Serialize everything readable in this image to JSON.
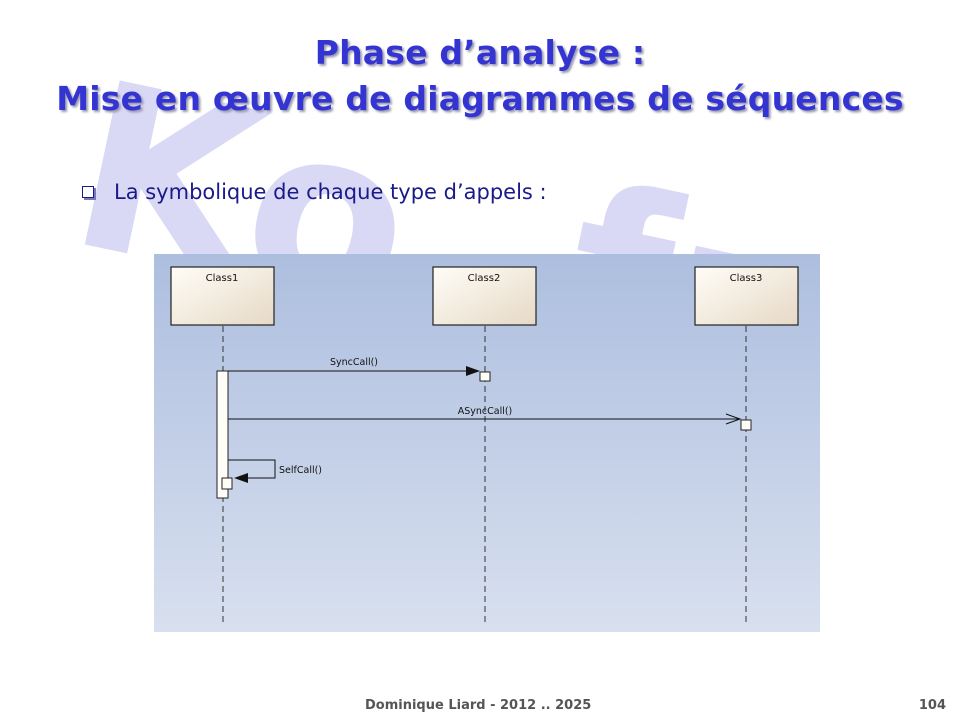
{
  "slide": {
    "title_line1": "Phase d’analyse :",
    "title_line2": "Mise en œuvre de diagrammes de séquences",
    "bullet_text": "La symbolique de chaque type d’appels :",
    "watermark_text": "Ko        .fr",
    "footer_author": "Dominique Liard - 2012 .. 2025",
    "page_number": "104"
  },
  "diagram": {
    "lifelines": [
      {
        "name": "Class1"
      },
      {
        "name": "Class2"
      },
      {
        "name": "Class3"
      }
    ],
    "messages": [
      {
        "label": "SyncCall()",
        "from": "Class1",
        "to": "Class2",
        "kind": "synchronous"
      },
      {
        "label": "ASyncCall()",
        "from": "Class1",
        "to": "Class3",
        "kind": "asynchronous"
      },
      {
        "label": "SelfCall()",
        "from": "Class1",
        "to": "Class1",
        "kind": "self"
      }
    ],
    "colors": {
      "title": "#3434d2",
      "watermark": "#d8d8f4",
      "background_top": "#aebfdf",
      "background_bottom": "#d7dfee",
      "lifeline_box_top": "#fffdf6",
      "lifeline_box_bottom": "#eadfcf"
    }
  }
}
